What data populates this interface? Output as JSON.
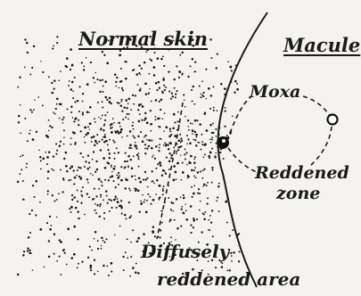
{
  "labels": {
    "normal_skin": "Normal skin",
    "macule": "Macule",
    "moxa": "Moxa",
    "reddened_zone_line1": "Reddened",
    "reddened_zone_line2": "zone",
    "diffusely_line1": "Diffusely",
    "diffusely_line2": "reddened area"
  },
  "colors": {
    "ink": "#1a1a1a",
    "paper": "#f4f3ef"
  }
}
